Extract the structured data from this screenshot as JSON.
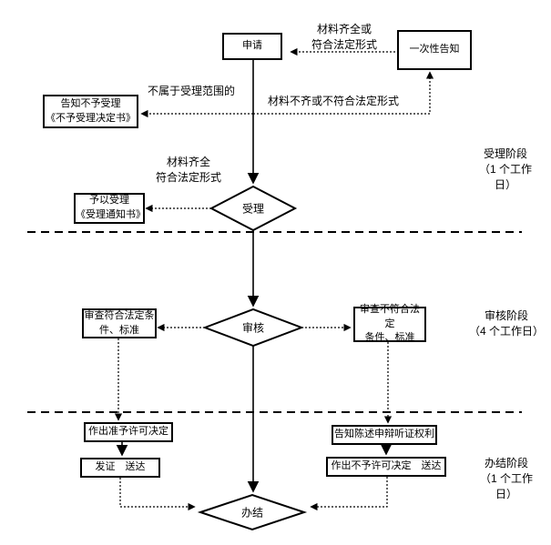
{
  "colors": {
    "ink": "#000000",
    "background": "#ffffff"
  },
  "nodes": {
    "apply": "申请",
    "one_time_notice": "一次性告知",
    "notify_rejection": "告知不予受理\n《不予受理决定书》",
    "accept_notice": "予以受理\n《受理通知书》",
    "accept": "受理",
    "review": "审核",
    "review_pass": "审查符合法定条\n件、标准",
    "review_fail": "审查不符合法定\n条件、标准",
    "grant_decision": "作出准予许可决定",
    "issue_deliver": "发证　送达",
    "hearing_rights": "告知陈述申辩听证权利",
    "deny_decision": "作出不予许可决定　送达",
    "finish": "办结"
  },
  "edge_labels": {
    "material_complete_or_legal": "材料齐全或\n符合法定形式",
    "not_in_acceptance_scope": "不属于受理范围的",
    "material_incomplete": "材料不齐或不符合法定形式",
    "material_complete": "材料齐全\n符合法定形式"
  },
  "stages": {
    "acceptance": "受理阶段\n（1 个工作\n日）",
    "review": "审核阶段\n（4 个工作日）",
    "completion": "办结阶段\n（1 个工作\n日）"
  }
}
